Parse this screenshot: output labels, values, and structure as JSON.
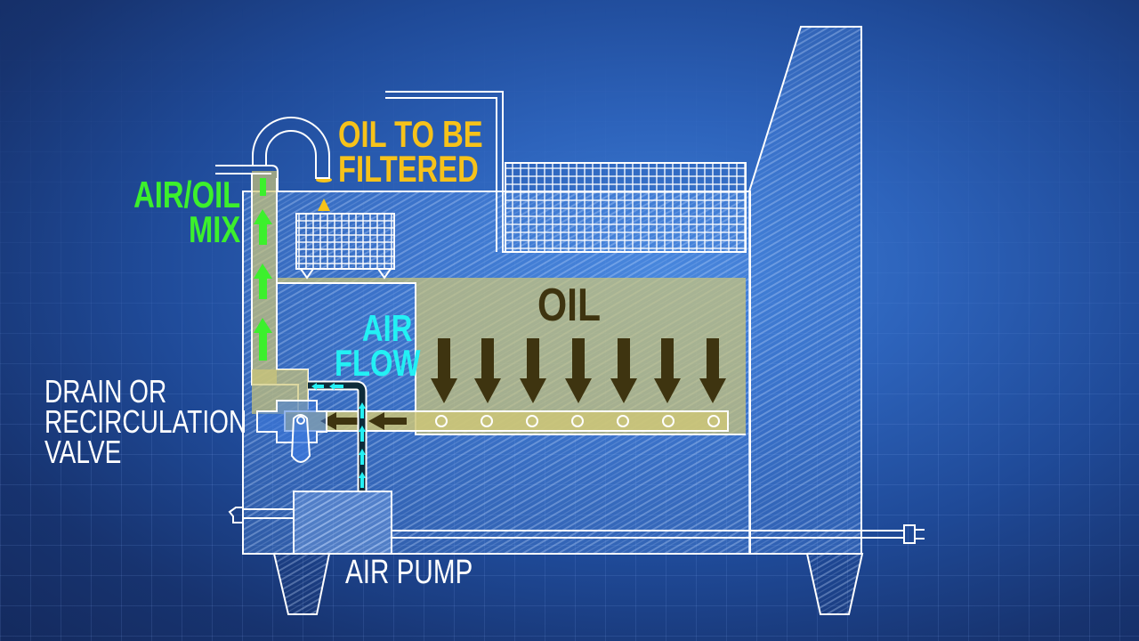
{
  "diagram": {
    "title": "Fryer oil filtration system",
    "labels": {
      "oil_to_be_filtered": "OIL TO BE\nFILTERED",
      "air_oil_mix": "AIR/OIL\nMIX",
      "air_flow": "AIR\nFLOW",
      "oil": "OIL",
      "drain_valve": "DRAIN OR\nRECIRCULATION\nVALVE",
      "air_pump": "AIR PUMP"
    },
    "components": [
      "fryer-tank",
      "fry-basket",
      "filter-basket",
      "return-pipe",
      "air-oil-riser",
      "air-line",
      "perforated-air-tube",
      "drain-valve",
      "air-pump",
      "power-cord",
      "backsplash",
      "legs"
    ],
    "flow_arrows": {
      "oil_down_count": 7,
      "air_tube_holes": 7,
      "air_oil_up_count": 3,
      "tube_left_arrows": 2
    },
    "colors": {
      "air_oil_mix": "#3cf02c",
      "air_flow": "#23f0f4",
      "oil_label": "#f6c21a",
      "oil_fill": "#c9c27a",
      "oil_arrow": "#3e3410",
      "line": "#ffffff"
    }
  }
}
